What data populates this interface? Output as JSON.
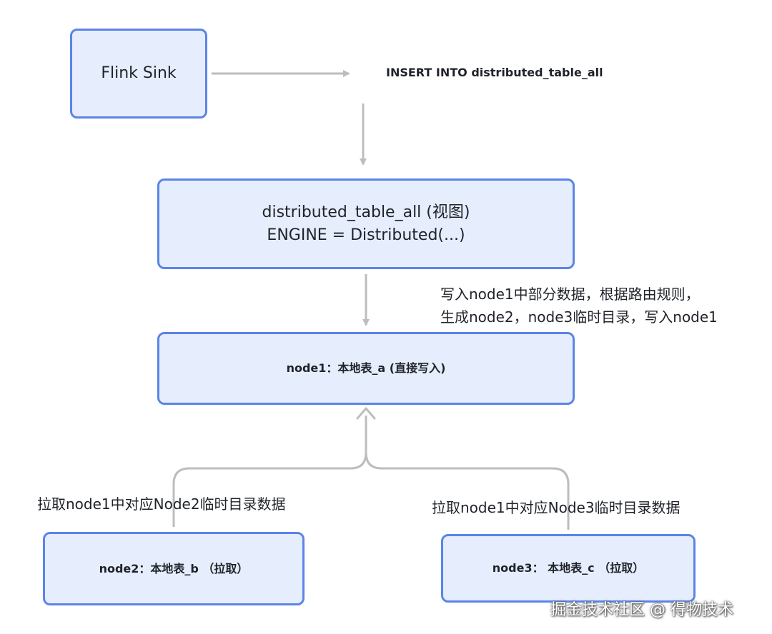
{
  "nodes": {
    "flink_sink": {
      "label": "Flink Sink"
    },
    "insert_stmt": {
      "label": "INSERT INTO distributed_table_all"
    },
    "distributed_table": {
      "line1": "distributed_table_all (视图)",
      "line2": "ENGINE = Distributed(...)"
    },
    "node1": {
      "label": "node1：本地表_a (直接写入)"
    },
    "node2": {
      "label": "node2：本地表_b （拉取）"
    },
    "node3": {
      "label": "node3： 本地表_c （拉取）"
    }
  },
  "edges": [
    {
      "from": "flink_sink",
      "to": "insert_stmt"
    },
    {
      "from": "insert_stmt",
      "to": "distributed_table"
    },
    {
      "from": "distributed_table",
      "to": "node1"
    },
    {
      "from": "node2",
      "to": "node1"
    },
    {
      "from": "node3",
      "to": "node1"
    }
  ],
  "annotations": {
    "write_note_line1": "写入node1中部分数据，根据路由规则，",
    "write_note_line2": "生成node2，node3临时目录，写入node1",
    "pull_node2": "拉取node1中对应Node2临时目录数据",
    "pull_node3": "拉取node1中对应Node3临时目录数据"
  },
  "watermark": "掘金技术社区 @ 得物技术",
  "colors": {
    "box_fill": "#e6edfd",
    "box_border": "#5b84e8",
    "connector": "#bdbdbd"
  }
}
